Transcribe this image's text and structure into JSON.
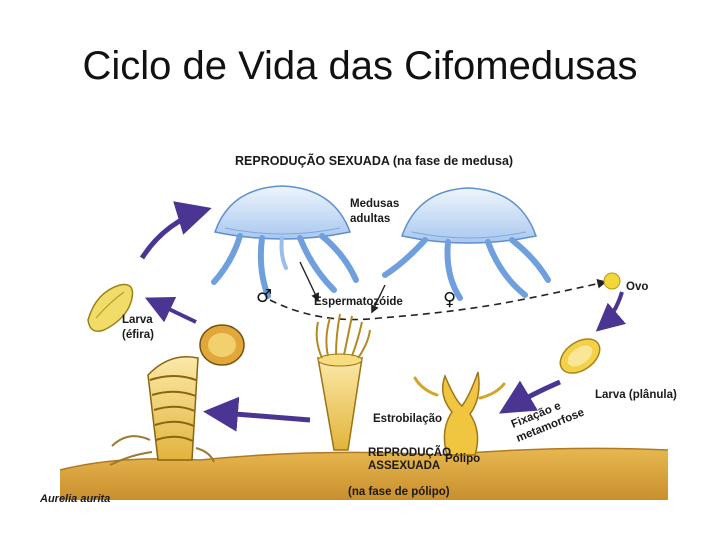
{
  "title": "Ciclo de Vida das Cifomedusas",
  "diagram": {
    "sexual_repro": "REPRODUÇÃO  SEXUADA (na fase de medusa)",
    "medusas_line1": "Medusas",
    "medusas_line2": "adultas",
    "espermatozoide": "Espermatozóide",
    "ovo": "Ovo",
    "larva_planula": "Larva (plânula)",
    "fixacao_line1": "Fixação e",
    "fixacao_line2": "metamorfose",
    "polipo": "Pólipo",
    "estrobilacao": "Estrobilação",
    "asexual_line1": "REPRODUÇÃO",
    "asexual_line2": "ASSEXUADA",
    "asexual_line3": "(na fase de pólipo)",
    "larva_efira_line1": "Larva",
    "larva_efira_line2": "(éfira)",
    "species": "Aurelia aurita",
    "male_symbol": "♂",
    "female_symbol": "♀"
  },
  "colors": {
    "ground": "#d9a441",
    "medusa": "#6f9fdc",
    "arrow": "#5a3fa0",
    "yellow": "#f0d040"
  }
}
